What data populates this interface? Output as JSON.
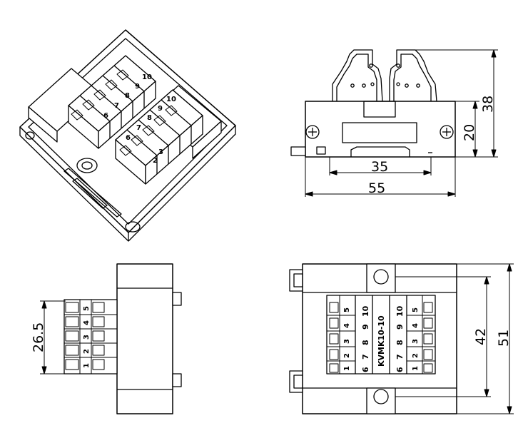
{
  "dimensions": {
    "width_55": "55",
    "inner_35": "35",
    "height_20": "20",
    "height_38": "38",
    "pitch_26_5": "26.5",
    "mount_42": "42",
    "overall_51": "51"
  },
  "model_label": "KVMK10-10",
  "terminal_numbers": {
    "top": [
      "10",
      "9",
      "8",
      "7",
      "6"
    ],
    "bottom": [
      "5",
      "4",
      "3",
      "2",
      "1"
    ]
  }
}
